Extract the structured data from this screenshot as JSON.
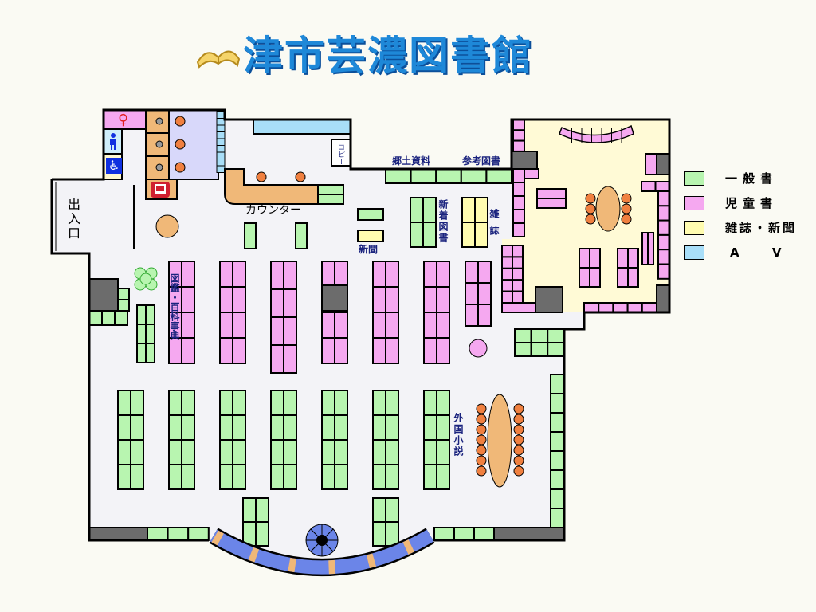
{
  "title": "津市芸濃図書館",
  "colors": {
    "general_books": "#b8f5b0",
    "childrens_books": "#f5a8f0",
    "magazines_newspapers": "#fffcb0",
    "av": "#a8def8",
    "furniture": "#f0b878",
    "wall_block": "#6c6c6c",
    "label_text": "#1a237e"
  },
  "legend": [
    {
      "label": "一般書",
      "color": "#b8f5b0"
    },
    {
      "label": "児童書",
      "color": "#f5a8f0"
    },
    {
      "label": "雑誌・新聞",
      "color": "#fffcb0"
    },
    {
      "label": "A V",
      "color": "#a8def8"
    }
  ],
  "labels": {
    "entrance": "出入口",
    "counter": "カウンター",
    "copy": "コピー",
    "local_materials": "郷土資料",
    "reference_books": "参考図書",
    "new_arrivals": "新着図書",
    "magazines": "雑誌",
    "newspapers": "新聞",
    "encyclopedias": "図鑑・百科事典",
    "foreign_novels": "外国小説"
  },
  "icons": [
    "book-icon",
    "womens-restroom-icon",
    "mens-restroom-icon",
    "accessible-restroom-icon",
    "computer-terminal-icon",
    "plant-icon"
  ]
}
